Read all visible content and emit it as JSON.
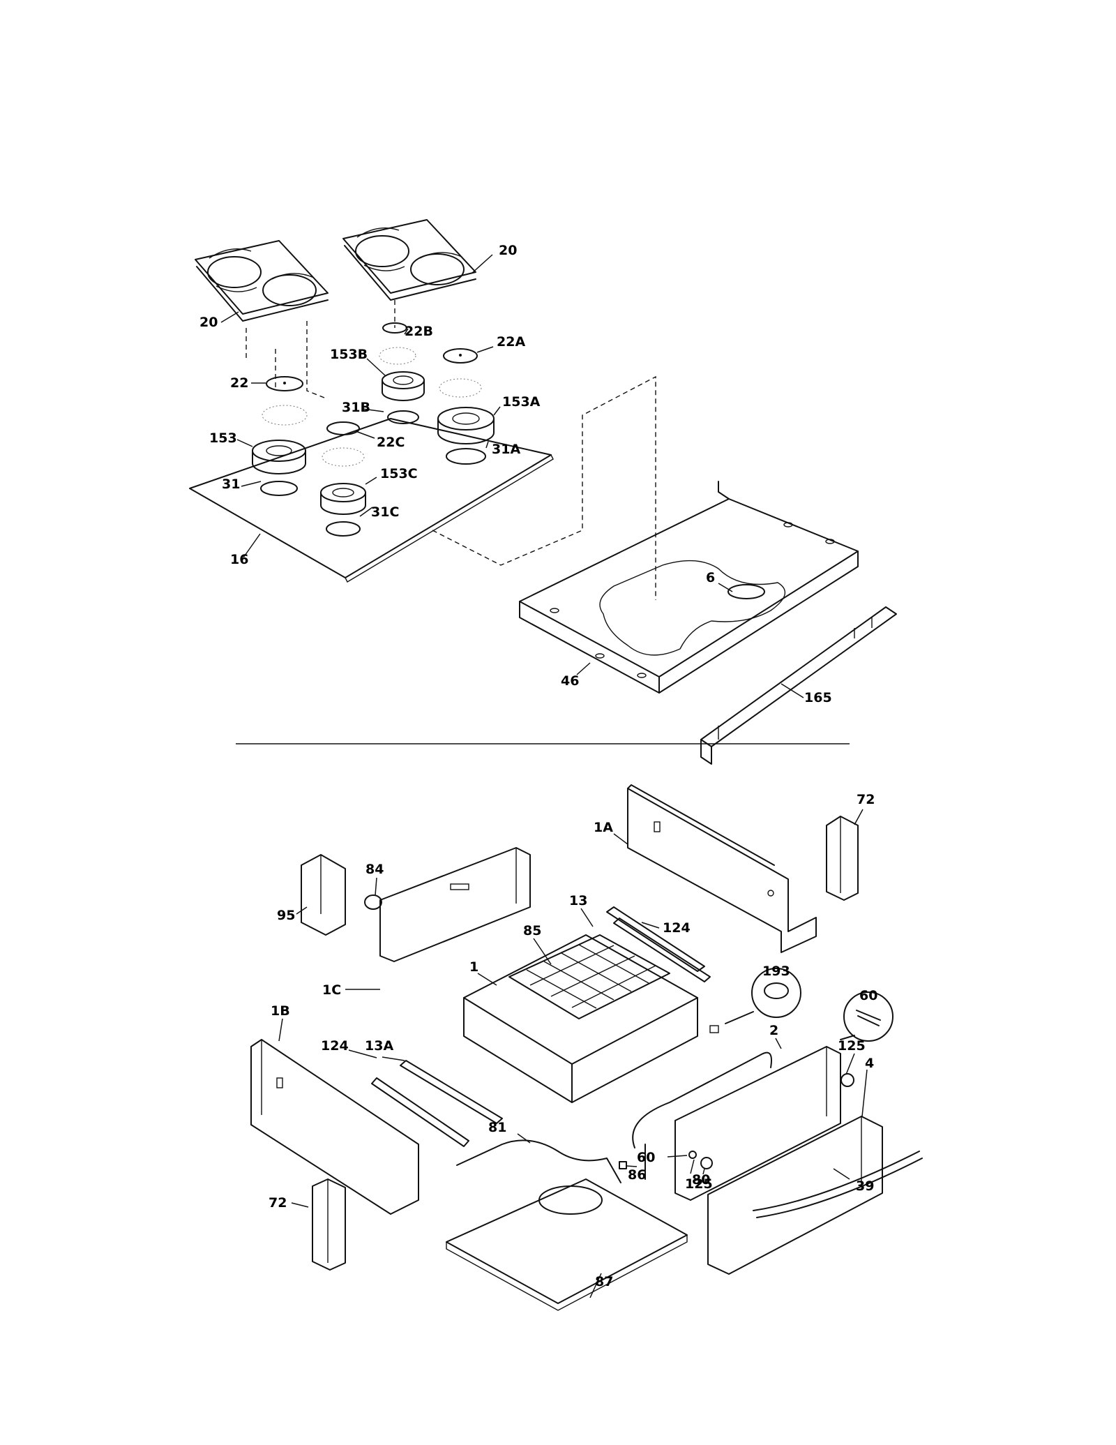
{
  "callouts": {
    "c20a": "20",
    "c20b": "20",
    "c22": "22",
    "c22a": "22A",
    "c22b": "22B",
    "c22c": "22C",
    "c153": "153",
    "c153a": "153A",
    "c153b": "153B",
    "c153c": "153C",
    "c31": "31",
    "c31a": "31A",
    "c31b": "31B",
    "c31c": "31C",
    "c16": "16",
    "c6": "6",
    "c46": "46",
    "c165": "165",
    "c1a": "1A",
    "c72a": "72",
    "c84": "84",
    "c95": "95",
    "c13": "13",
    "c124a": "124",
    "c85": "85",
    "c1": "1",
    "c1c": "1C",
    "c193": "193",
    "c60a": "60",
    "c1b": "1B",
    "c13a": "13A",
    "c124b": "124",
    "c2": "2",
    "c125a": "125",
    "c4": "4",
    "c80": "80",
    "c81": "81",
    "c60b": "60",
    "c86": "86",
    "c125b": "125",
    "c39": "39",
    "c72b": "72",
    "c87": "87"
  }
}
